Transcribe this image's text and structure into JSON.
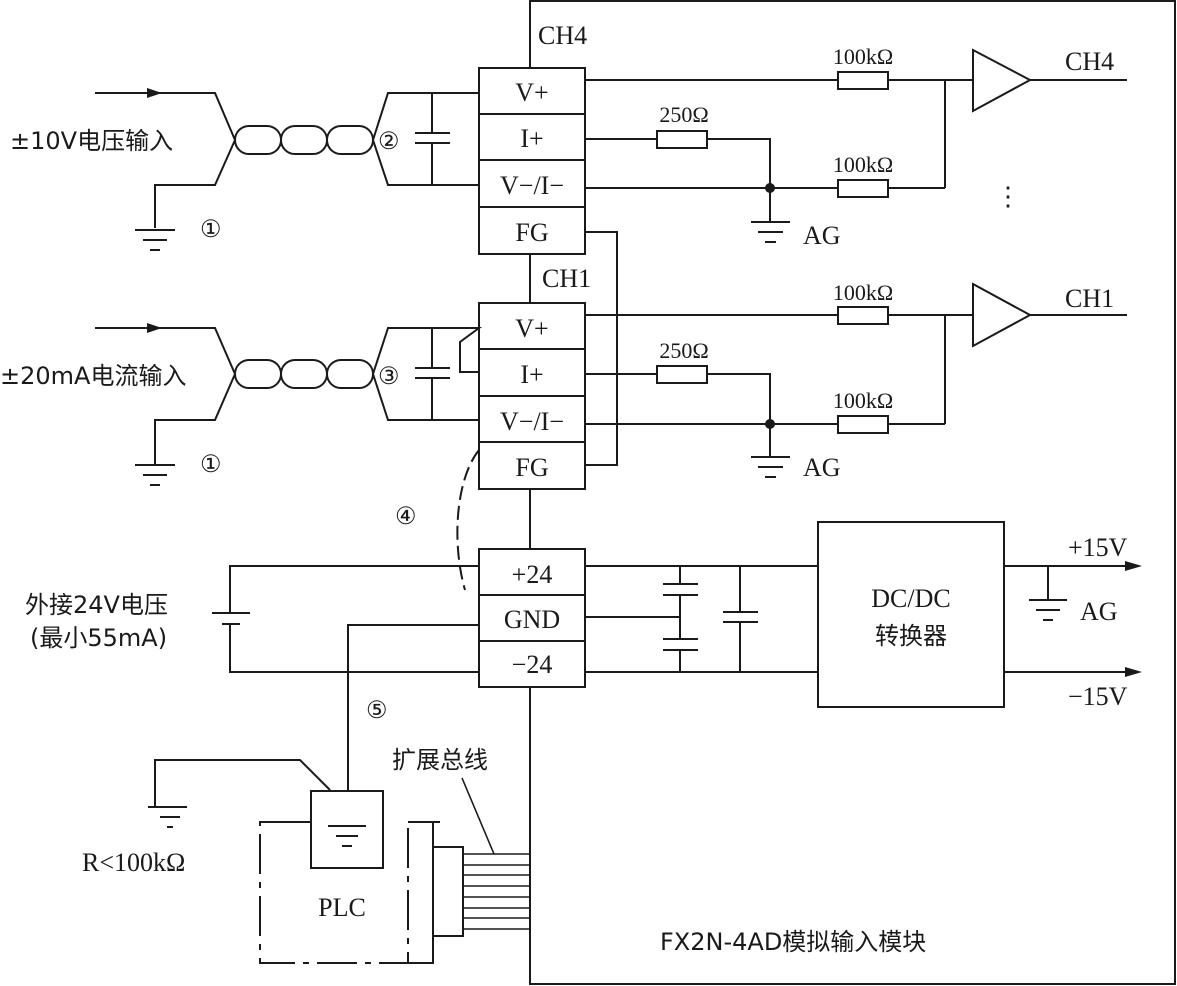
{
  "diagram": {
    "module_title": "FX2N-4AD模拟输入模块",
    "channels": [
      {
        "id": "ch4",
        "name": "CH4",
        "input_label": "±10V电压输入",
        "shield_marker": "②",
        "ground_marker": "①",
        "terminals": [
          "V+",
          "I+",
          "V−/I−",
          "FG"
        ],
        "shunt_resistor": "250Ω",
        "input_resistors": [
          "100kΩ",
          "100kΩ"
        ],
        "ground_label": "AG",
        "output_label": "CH4"
      },
      {
        "id": "ch1",
        "name": "CH1",
        "input_label": "±20mA电流输入",
        "shield_marker": "③",
        "ground_marker": "①",
        "terminals": [
          "V+",
          "I+",
          "V−/I−",
          "FG"
        ],
        "shunt_resistor": "250Ω",
        "input_resistors": [
          "100kΩ",
          "100kΩ"
        ],
        "ground_label": "AG",
        "output_label": "CH1"
      }
    ],
    "ellipsis": "⋮",
    "power": {
      "external_label_line1": "外接24V电压",
      "external_label_line2": "(最小55mA)",
      "fg_link_marker": "④",
      "terminals": [
        "+24",
        "GND",
        "−24"
      ],
      "converter_line1": "DC/DC",
      "converter_line2": "转换器",
      "out_positive": "+15V",
      "out_negative": "−15V",
      "ground_label": "AG"
    },
    "plc": {
      "label": "PLC",
      "ground_marker": "⑤",
      "resistance_label": "R<100kΩ",
      "bus_label": "扩展总线"
    }
  }
}
